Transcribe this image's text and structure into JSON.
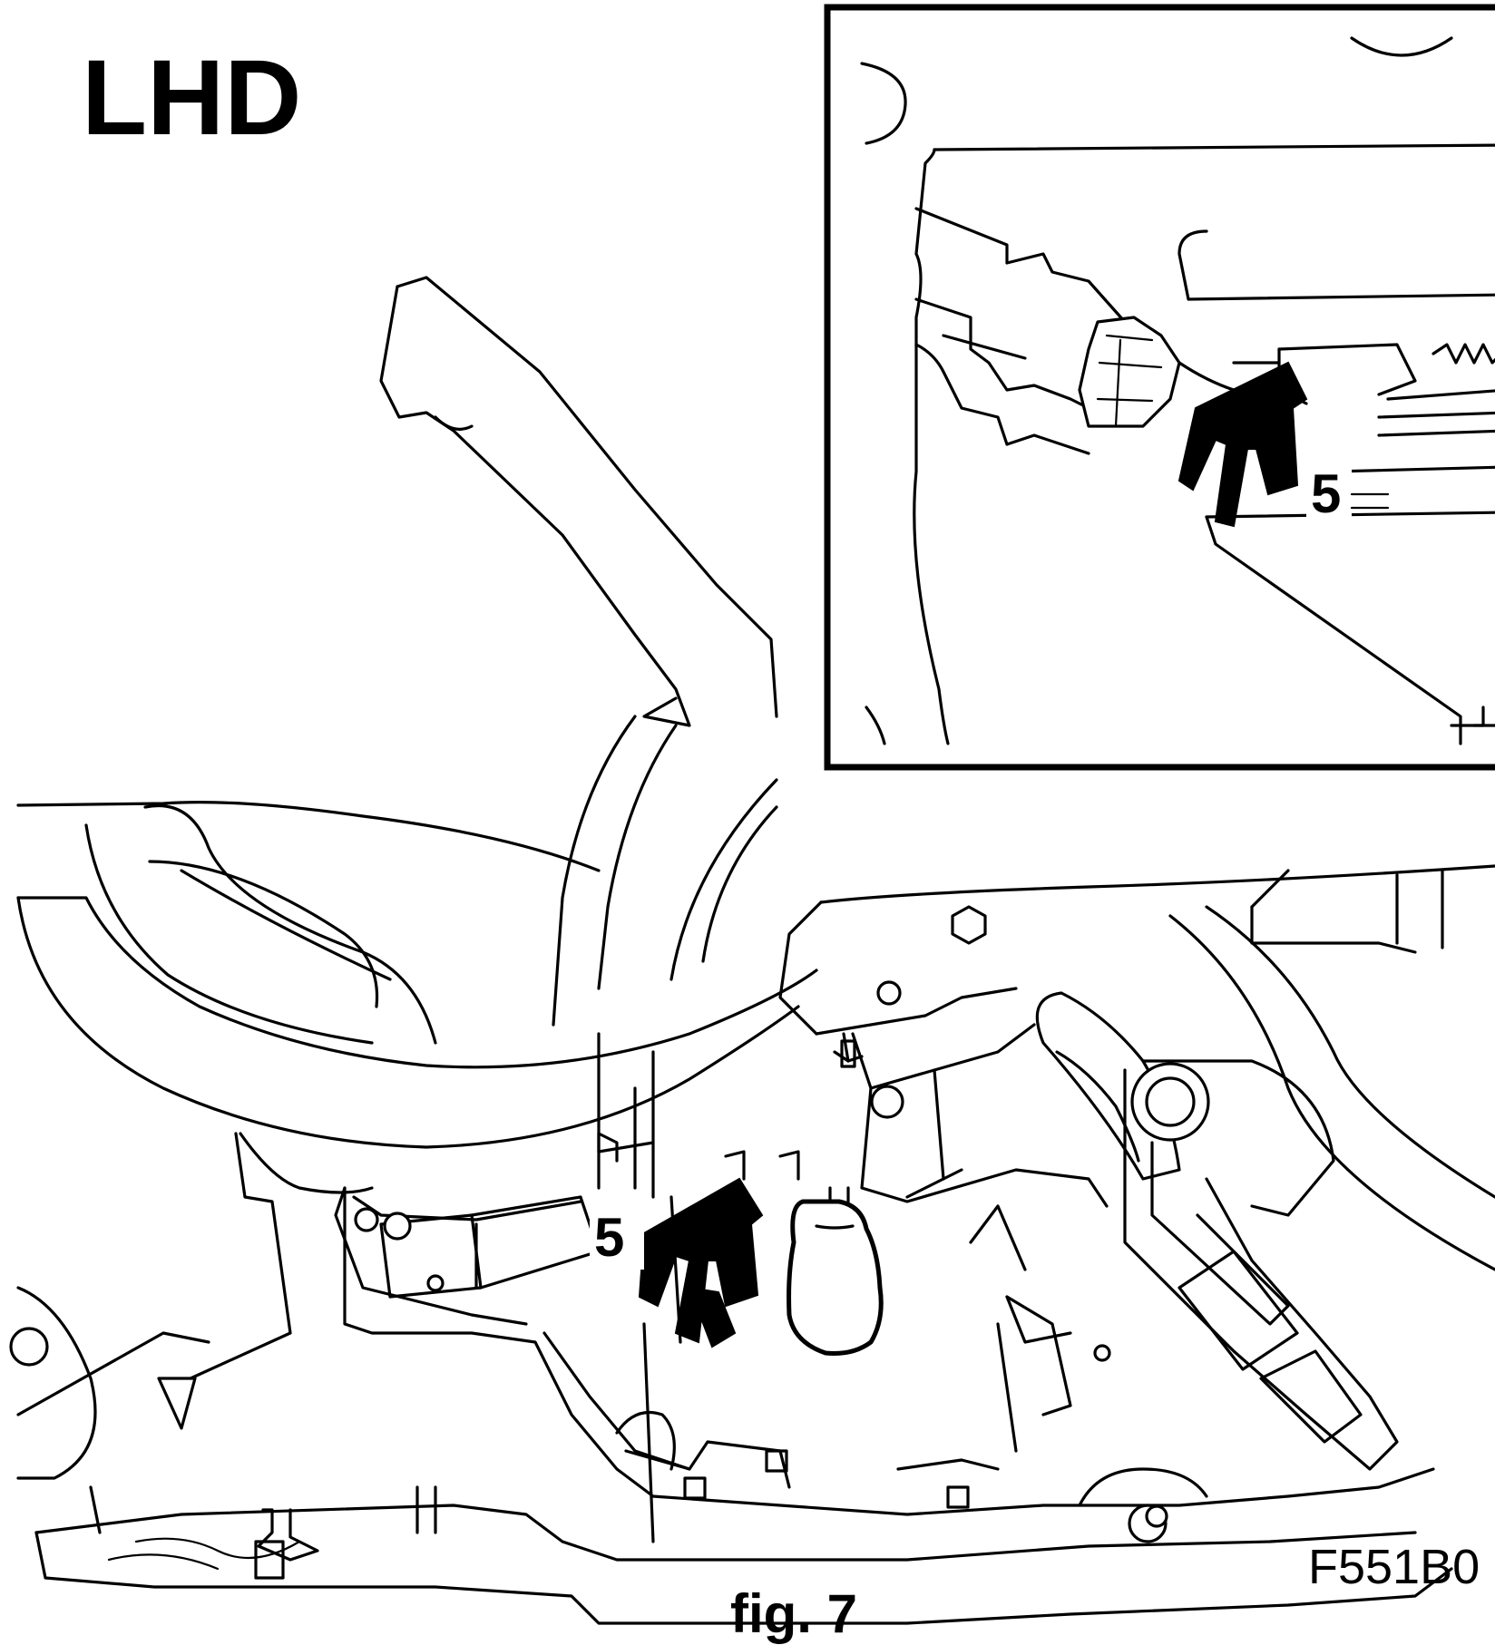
{
  "diagram": {
    "title": "LHD",
    "caption": "fig. 7",
    "figure_code": "F551B0",
    "callouts": {
      "main": "5",
      "inset": "5"
    }
  }
}
